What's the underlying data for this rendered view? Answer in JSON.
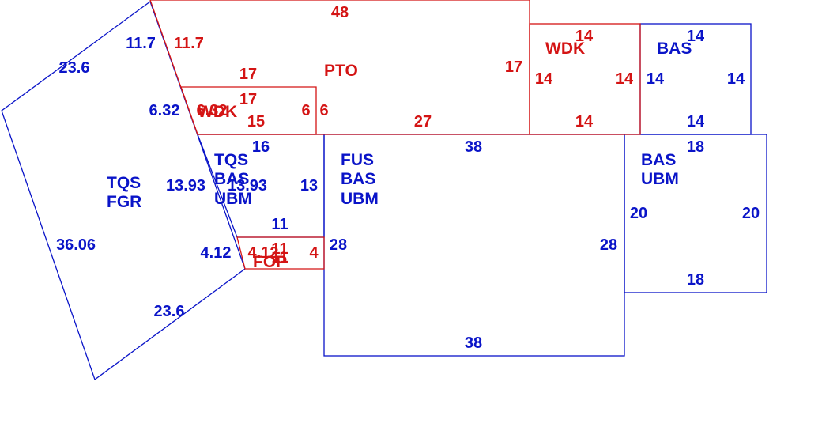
{
  "colors": {
    "blue": "#0a14c8",
    "red": "#d41414"
  },
  "sections": {
    "left": {
      "name_lines": [
        "TQS",
        "FGR"
      ],
      "dims": [
        "11.7",
        "23.6",
        "6.32",
        "13.93",
        "36.06",
        "4.12",
        "23.6"
      ]
    },
    "pto": {
      "name": "PTO",
      "dims": [
        "48",
        "11.7",
        "17",
        "17"
      ]
    },
    "wdk_small": {
      "name": "WDK",
      "dims": [
        "17",
        "6.32",
        "6",
        "15",
        "6"
      ]
    },
    "front": {
      "name_lines": [
        "TQS",
        "BAS",
        "UBM"
      ],
      "dims": [
        "16",
        "13.93",
        "13",
        "11"
      ]
    },
    "fop": {
      "name": "FOP",
      "dims": [
        "11",
        "4",
        "4.12",
        "11"
      ]
    },
    "strip": {
      "dims": [
        "27"
      ]
    },
    "fus": {
      "name_lines": [
        "FUS",
        "BAS",
        "UBM"
      ],
      "dims": [
        "38",
        "28",
        "28",
        "38"
      ]
    },
    "wdk_top": {
      "name": "WDK",
      "dims": [
        "14",
        "14",
        "14",
        "14"
      ]
    },
    "bas_top": {
      "name": "BAS",
      "dims": [
        "14",
        "14",
        "14",
        "14"
      ]
    },
    "bas_right": {
      "name_lines": [
        "BAS",
        "UBM"
      ],
      "dims": [
        "18",
        "20",
        "20",
        "18"
      ]
    }
  }
}
